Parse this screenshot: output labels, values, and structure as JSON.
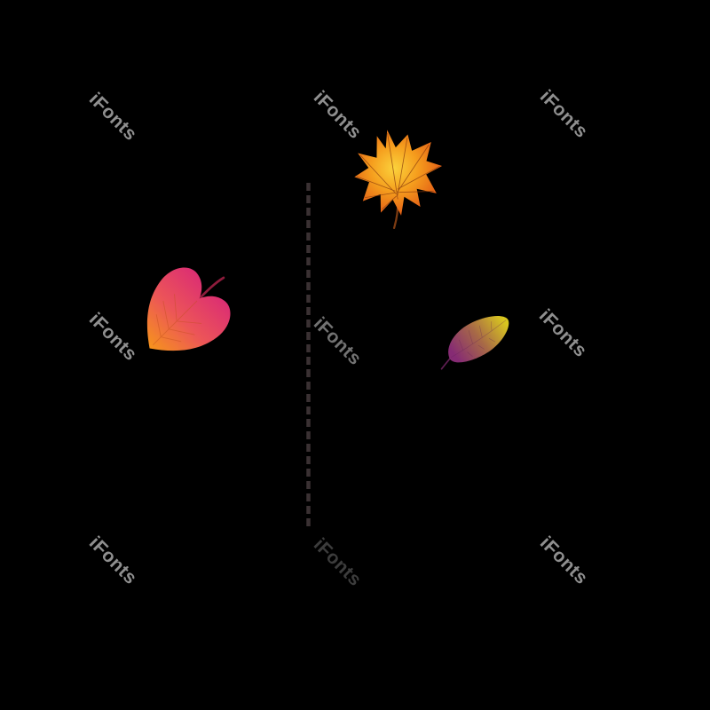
{
  "page": {
    "background_color": "#000000"
  },
  "watermark": {
    "text": "iFonts",
    "color": "#8f8f8f"
  },
  "divider": {
    "style": "dashed-vertical",
    "color": "#3a3133"
  },
  "leaves": {
    "maple": {
      "label": "maple-leaf",
      "center_color": "#fbd23c",
      "mid_color": "#f59d1d",
      "edge_color": "#e05214",
      "vein_color": "#8a3c0e",
      "stem_color": "#7c3b12"
    },
    "heart": {
      "label": "heart-shaped-leaf",
      "tip_color": "#f6941c",
      "mid_color": "#ec5558",
      "top_color": "#dc2f72",
      "vein_color": "#c24e1d",
      "stem_color": "#8e1c3c"
    },
    "oval": {
      "label": "oval-leaf",
      "tip_color": "#d9c71f",
      "mid_color": "#a86a46",
      "base_color": "#862b74",
      "vein_color": "#5f2152",
      "stem_color": "#5f1e52"
    }
  }
}
